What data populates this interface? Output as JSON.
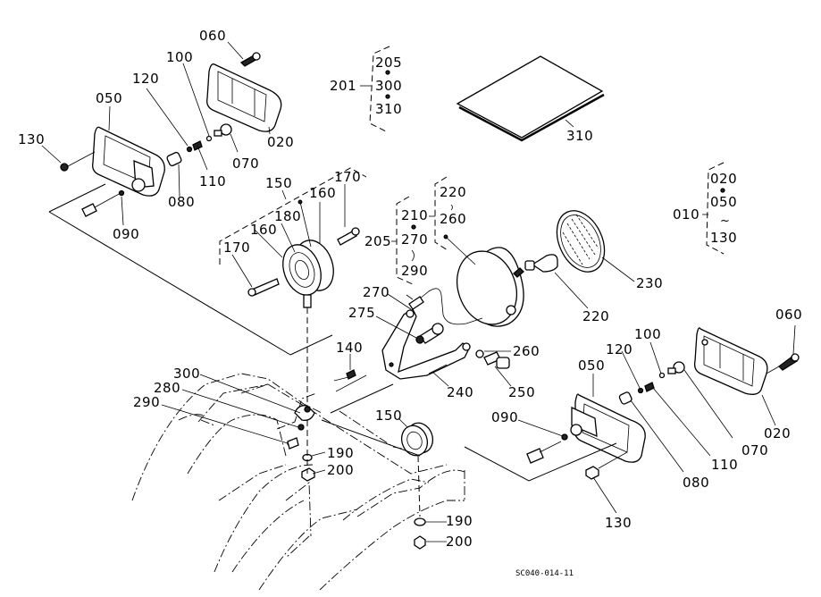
{
  "diagram": {
    "type": "exploded parts diagram",
    "drawing_code": "SC040-014-11",
    "part_labels": {
      "l_060": "060",
      "l_100": "100",
      "l_120": "120",
      "l_050": "050",
      "l_130": "130",
      "l_020": "020",
      "l_070": "070",
      "l_110": "110",
      "l_080": "080",
      "l_090": "090",
      "l_150": "150",
      "l_160a": "160",
      "l_170a": "170",
      "l_180": "180",
      "l_160b": "160",
      "l_170b": "170",
      "l_310": "310",
      "l_210": "210",
      "l_220a": "220",
      "l_260a": "260",
      "l_205": "205",
      "l_270a": "270",
      "l_290a": "290",
      "l_230": "230",
      "l_220b": "220",
      "l_270b": "270",
      "l_275": "275",
      "l_140": "140",
      "l_260b": "260",
      "l_250": "250",
      "l_240": "240",
      "l_300": "300",
      "l_280": "280",
      "l_290b": "290",
      "l_190a": "190",
      "l_200a": "200",
      "l_150b": "150",
      "l_190b": "190",
      "l_200b": "200",
      "r_060": "060",
      "r_100": "100",
      "r_120": "120",
      "r_050": "050",
      "r_090": "090",
      "r_020": "020",
      "r_070": "070",
      "r_110": "110",
      "r_080": "080",
      "r_130": "130"
    },
    "assembly_groups": [
      {
        "parent": "201",
        "children": [
          "205",
          "300",
          "310"
        ],
        "separators": [
          "•",
          "•"
        ]
      },
      {
        "parent": "010",
        "children": [
          "020",
          "050",
          "130"
        ],
        "separators": [
          "•",
          "~"
        ]
      },
      {
        "parent": "205",
        "children": [
          "210",
          "270",
          "290"
        ],
        "separators": [
          "•",
          "~"
        ]
      },
      {
        "parent": "210",
        "children": [
          "220",
          "260"
        ],
        "separators": [
          "~"
        ]
      }
    ]
  }
}
